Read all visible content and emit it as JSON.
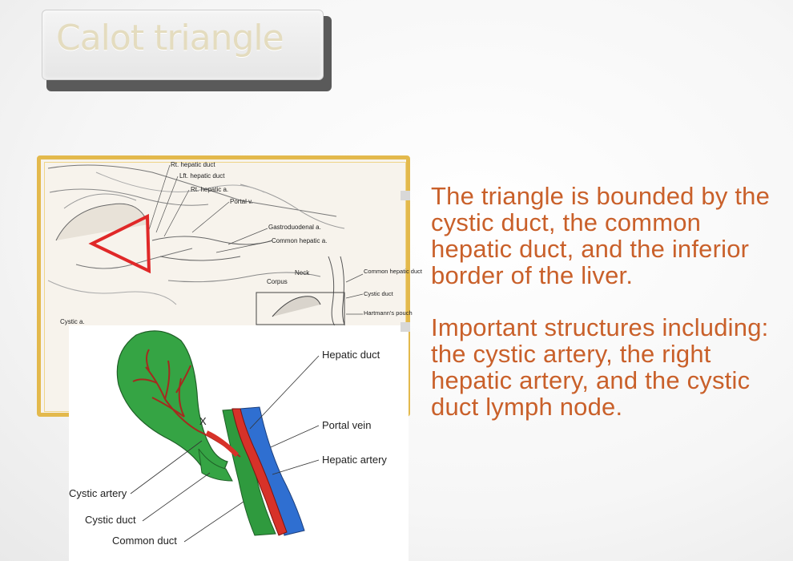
{
  "slide": {
    "title": "Calot triangle",
    "bullets": [
      "The triangle is bounded by the cystic duct, the common hepatic duct, and the inferior border of the liver.",
      "Important structures including: the cystic artery, the right hepatic artery, and the cystic duct lymph node."
    ],
    "colors": {
      "bullet_text": "#c9602a",
      "frame": "#e3b94c",
      "title_text": "#e4dcbf"
    }
  },
  "upper_figure": {
    "labels": [
      "Rt. hepatic duct",
      "Lft. hepatic duct",
      "Rt. hepatic a.",
      "Portal v.",
      "Gastroduodenal a.",
      "Common hepatic a.",
      "Neck",
      "Corpus",
      "Common hepatic duct",
      "Cystic duct",
      "Hartmann's pouch",
      "Cystic a."
    ]
  },
  "lower_figure": {
    "labels": {
      "hepatic_duct": "Hepatic duct",
      "portal_vein": "Portal vein",
      "hepatic_artery": "Hepatic artery",
      "cystic_artery": "Cystic artery",
      "cystic_duct": "Cystic duct",
      "common_duct": "Common duct",
      "x_mark": "X"
    }
  }
}
